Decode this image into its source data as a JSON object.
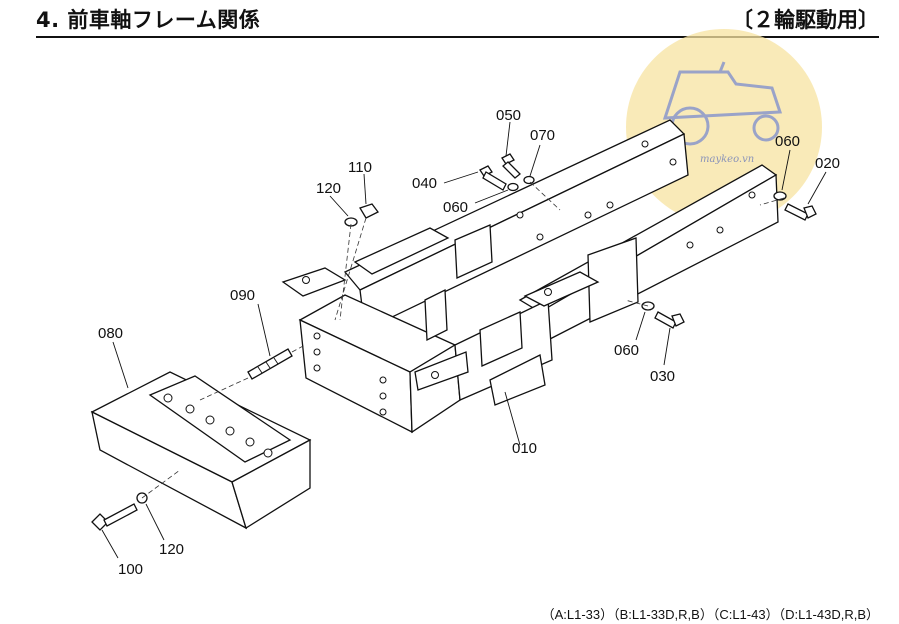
{
  "header": {
    "title": "4. 前車軸フレーム関係",
    "variant": "〔２輪駆動用〕"
  },
  "parts": {
    "p010": "010",
    "p020": "020",
    "p030": "030",
    "p040": "040",
    "p050": "050",
    "p060_top": "060",
    "p060_mid": "060",
    "p060_right": "060",
    "p070": "070",
    "p080": "080",
    "p090": "090",
    "p100": "100",
    "p110": "110",
    "p120_top": "120",
    "p120_bottom": "120"
  },
  "watermark": {
    "text": "maykeo.vn",
    "color": "#f5de7a"
  },
  "footer": {
    "models": "（A:L1-33）（B:L1-33D,R,B）（C:L1-43）（D:L1-43D,R,B）"
  }
}
